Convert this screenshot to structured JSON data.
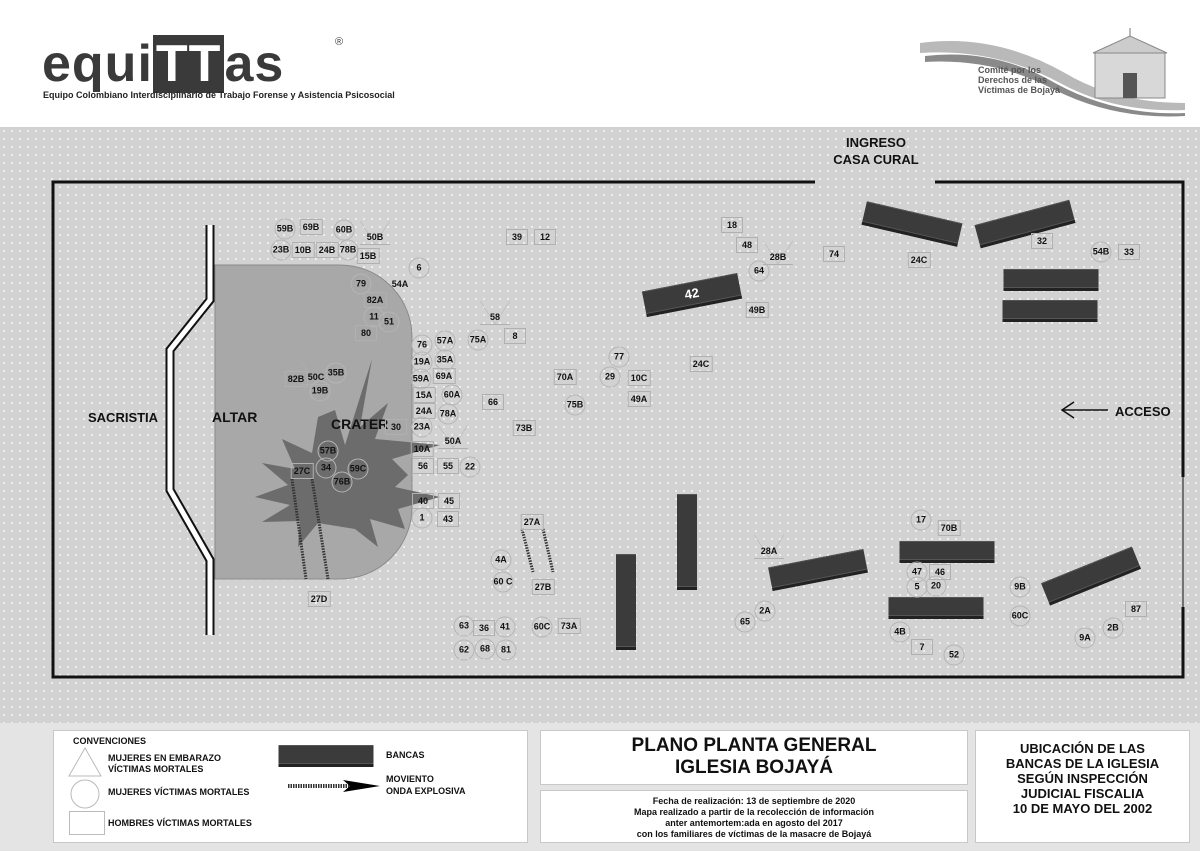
{
  "header": {
    "logo_left": "equiTTas",
    "logo_left_reg": "®",
    "logo_left_subtitle": "Equipo Colombiano Interdisciplinario de Trabajo Forense y Asistencia Psicosocial",
    "logo_right": "Comité por los Derechos de las Víctimas de Bojayá"
  },
  "map": {
    "labels": {
      "ingreso": "INGRESO",
      "casa_cural": "CASA CURAL",
      "sacristia": "SACRISTIA",
      "altar": "ALTAR",
      "crater": "CRATER",
      "acceso": "ACCESO"
    },
    "bench_label_42": "42",
    "markers": [
      {
        "label": "59B",
        "shape": "circle"
      },
      {
        "label": "69B",
        "shape": "square"
      },
      {
        "label": "60B",
        "shape": "circle"
      },
      {
        "label": "50B",
        "shape": "triangle"
      },
      {
        "label": "23B",
        "shape": "circle"
      },
      {
        "label": "10B",
        "shape": "square"
      },
      {
        "label": "24B",
        "shape": "square"
      },
      {
        "label": "78B",
        "shape": "circle"
      },
      {
        "label": "15B",
        "shape": "square"
      },
      {
        "label": "39",
        "shape": "square"
      },
      {
        "label": "12",
        "shape": "square"
      },
      {
        "label": "6",
        "shape": "circle"
      },
      {
        "label": "79",
        "shape": "circle"
      },
      {
        "label": "54A",
        "shape": "none"
      },
      {
        "label": "82A",
        "shape": "square"
      },
      {
        "label": "11",
        "shape": "circle"
      },
      {
        "label": "51",
        "shape": "circle"
      },
      {
        "label": "80",
        "shape": "square"
      },
      {
        "label": "58",
        "shape": "triangle"
      },
      {
        "label": "76",
        "shape": "circle"
      },
      {
        "label": "57A",
        "shape": "circle"
      },
      {
        "label": "75A",
        "shape": "circle"
      },
      {
        "label": "8",
        "shape": "square"
      },
      {
        "label": "19A",
        "shape": "circle"
      },
      {
        "label": "35A",
        "shape": "circle"
      },
      {
        "label": "59A",
        "shape": "circle"
      },
      {
        "label": "69A",
        "shape": "square"
      },
      {
        "label": "15A",
        "shape": "square"
      },
      {
        "label": "60A",
        "shape": "circle"
      },
      {
        "label": "66",
        "shape": "square"
      },
      {
        "label": "82B",
        "shape": "square"
      },
      {
        "label": "50C",
        "shape": "triangle"
      },
      {
        "label": "35B",
        "shape": "circle"
      },
      {
        "label": "19B",
        "shape": "circle"
      },
      {
        "label": "24A",
        "shape": "square"
      },
      {
        "label": "78A",
        "shape": "circle"
      },
      {
        "label": "30",
        "shape": "square"
      },
      {
        "label": "23A",
        "shape": "circle"
      },
      {
        "label": "50A",
        "shape": "triangle"
      },
      {
        "label": "73B",
        "shape": "square"
      },
      {
        "label": "10A",
        "shape": "square"
      },
      {
        "label": "57B",
        "shape": "circle"
      },
      {
        "label": "27C",
        "shape": "square"
      },
      {
        "label": "34",
        "shape": "circle"
      },
      {
        "label": "59C",
        "shape": "circle"
      },
      {
        "label": "76B",
        "shape": "circle"
      },
      {
        "label": "56",
        "shape": "square"
      },
      {
        "label": "55",
        "shape": "square"
      },
      {
        "label": "22",
        "shape": "circle"
      },
      {
        "label": "40",
        "shape": "square"
      },
      {
        "label": "45",
        "shape": "square"
      },
      {
        "label": "1",
        "shape": "circle"
      },
      {
        "label": "43",
        "shape": "square"
      },
      {
        "label": "27A",
        "shape": "square"
      },
      {
        "label": "4A",
        "shape": "circle"
      },
      {
        "label": "60 C",
        "shape": "circle"
      },
      {
        "label": "27B",
        "shape": "square"
      },
      {
        "label": "27D",
        "shape": "square"
      },
      {
        "label": "63",
        "shape": "circle"
      },
      {
        "label": "36",
        "shape": "square"
      },
      {
        "label": "41",
        "shape": "circle"
      },
      {
        "label": "60C",
        "shape": "circle"
      },
      {
        "label": "73A",
        "shape": "square"
      },
      {
        "label": "62",
        "shape": "circle"
      },
      {
        "label": "68",
        "shape": "circle"
      },
      {
        "label": "81",
        "shape": "circle"
      },
      {
        "label": "18",
        "shape": "square"
      },
      {
        "label": "48",
        "shape": "square"
      },
      {
        "label": "28B",
        "shape": "triangle"
      },
      {
        "label": "74",
        "shape": "square"
      },
      {
        "label": "64",
        "shape": "circle"
      },
      {
        "label": "49B",
        "shape": "square"
      },
      {
        "label": "77",
        "shape": "circle"
      },
      {
        "label": "70A",
        "shape": "square"
      },
      {
        "label": "29",
        "shape": "circle"
      },
      {
        "label": "10C",
        "shape": "square"
      },
      {
        "label": "24C",
        "shape": "square"
      },
      {
        "label": "49A",
        "shape": "square"
      },
      {
        "label": "75B",
        "shape": "circle"
      },
      {
        "label": "32",
        "shape": "square"
      },
      {
        "label": "24C",
        "shape": "square"
      },
      {
        "label": "54B",
        "shape": "circle"
      },
      {
        "label": "33",
        "shape": "square"
      },
      {
        "label": "17",
        "shape": "circle"
      },
      {
        "label": "70B",
        "shape": "square"
      },
      {
        "label": "28A",
        "shape": "triangle"
      },
      {
        "label": "47",
        "shape": "circle"
      },
      {
        "label": "46",
        "shape": "square"
      },
      {
        "label": "5",
        "shape": "circle"
      },
      {
        "label": "20",
        "shape": "circle"
      },
      {
        "label": "9B",
        "shape": "circle"
      },
      {
        "label": "87",
        "shape": "square"
      },
      {
        "label": "2A",
        "shape": "circle"
      },
      {
        "label": "60C",
        "shape": "circle"
      },
      {
        "label": "65",
        "shape": "circle"
      },
      {
        "label": "2B",
        "shape": "circle"
      },
      {
        "label": "4B",
        "shape": "circle"
      },
      {
        "label": "9A",
        "shape": "circle"
      },
      {
        "label": "7",
        "shape": "square"
      },
      {
        "label": "52",
        "shape": "circle"
      }
    ]
  },
  "legend": {
    "title": "CONVENCIONES",
    "pregnant": [
      "MUJERES EN EMBARAZO",
      "VÍCTIMAS MORTALES"
    ],
    "women": "MUJERES VÍCTIMAS MORTALES",
    "men": "HOMBRES VÍCTIMAS MORTALES",
    "bancas": "BANCAS",
    "wave": [
      "MOVIENTO",
      "ONDA EXPLOSIVA"
    ]
  },
  "title": {
    "line1": "PLANO PLANTA GENERAL",
    "line2": "IGLESIA BOJAYÁ"
  },
  "notes": [
    "Fecha de realización: 13 de septiembre de 2020",
    "Mapa realizado a partir de la recolección de información",
    "anter antemortem:ada en agosto del 2017",
    "con los familiares  de víctimas de la masacre de Bojayá"
  ],
  "right_box": [
    "UBICACIÓN DE LAS",
    "BANCAS DE LA IGLESIA",
    "SEGÚN INSPECCIÓN",
    "JUDICIAL FISCALIA",
    "10 DE MAYO DEL 2002"
  ]
}
